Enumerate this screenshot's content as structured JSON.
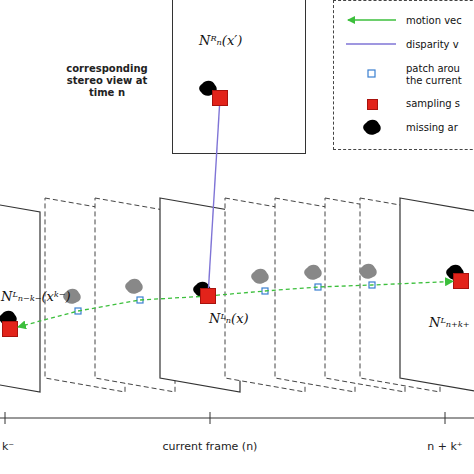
{
  "diagram": {
    "nodes": [
      {
        "text": [
          "corresponding stereo view at time n"
        ]
      },
      {
        "text": [
          "Nᴿₙ(x′)"
        ],
        "in": 0
      },
      {
        "text": [
          "Nᴸₙ₋ₖ₋(xᵏ⁻)"
        ]
      },
      {
        "text": [
          "Nᴸₙ(x)"
        ]
      },
      {
        "text": [
          "Nᴸₙ₊ₖ₊"
        ]
      }
    ],
    "edges": [
      {
        "from": 3,
        "to": 1,
        "arrow": "none"
      },
      {
        "from": 3,
        "to": 2,
        "arrow": "to"
      },
      {
        "from": 3,
        "to": 4,
        "arrow": "to"
      }
    ],
    "labels": [
      "k⁻",
      "current frame (n)",
      "n + k⁺"
    ],
    "legend": [
      {
        "text": "motion vec"
      },
      {
        "text": "disparity v"
      },
      {
        "text": "patch arou the current"
      },
      {
        "text": "sampling s",
        "color": "#e2231a"
      },
      {
        "text": "missing ar"
      }
    ]
  }
}
